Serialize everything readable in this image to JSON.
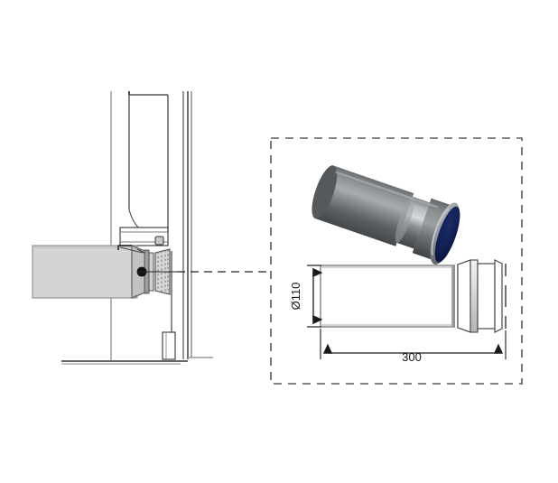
{
  "drawing": {
    "title": "WC pan horizontal outlet connector installation section",
    "background_color": "#ffffff",
    "views": {
      "section": {
        "name": "wall-mounted WC installation cross-section",
        "elements": [
          "cistern frame",
          "wall panel",
          "flush pipe",
          "pan outlet spigot",
          "ribbed sealing gasket",
          "floor line",
          "fixing bolt"
        ]
      },
      "detail_callout": {
        "name": "detail box",
        "border_style": "dashed",
        "border_color": "#595959",
        "contents": [
          "3D rendered connector",
          "2D elevation with dimensions"
        ]
      }
    },
    "dimensions": {
      "diameter": {
        "label": "Ø110",
        "orientation": "vertical",
        "value": 110,
        "unit": "mm"
      },
      "length": {
        "label": "300",
        "orientation": "horizontal",
        "value": 300,
        "unit": "mm"
      }
    },
    "colors": {
      "line": "#1a1a1a",
      "line_mid": "#555555",
      "line_light": "#9a9a9a",
      "fill_light_gray": "#d4d4d4",
      "fill_mid_gray": "#bdbdbd",
      "render_body": "#6f7376",
      "render_body_dark": "#4a4e51",
      "render_body_light": "#a8acb0",
      "render_gasket": "#0d1b4c",
      "dash_border": "#595959",
      "bolt": "#111111"
    }
  }
}
